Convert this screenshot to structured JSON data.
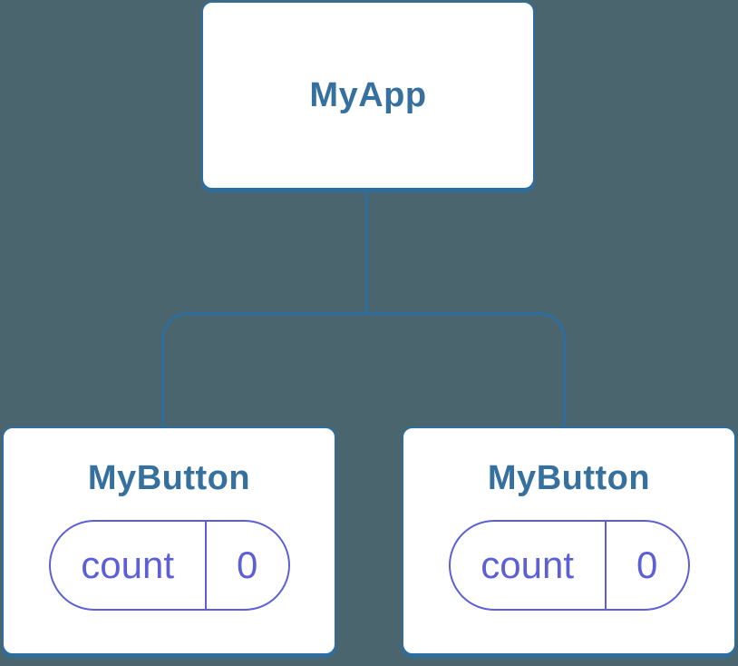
{
  "diagram": {
    "type": "component-tree",
    "background_color": "#4b656f",
    "card_fill_color": "#ffffff",
    "card_border_color": "#2e6e9e",
    "title_color": "#35709e",
    "state_color": "#5c5fd6",
    "root": {
      "label": "MyApp"
    },
    "children": [
      {
        "label": "MyButton",
        "state": {
          "key": "count",
          "value": "0"
        }
      },
      {
        "label": "MyButton",
        "state": {
          "key": "count",
          "value": "0"
        }
      }
    ]
  }
}
